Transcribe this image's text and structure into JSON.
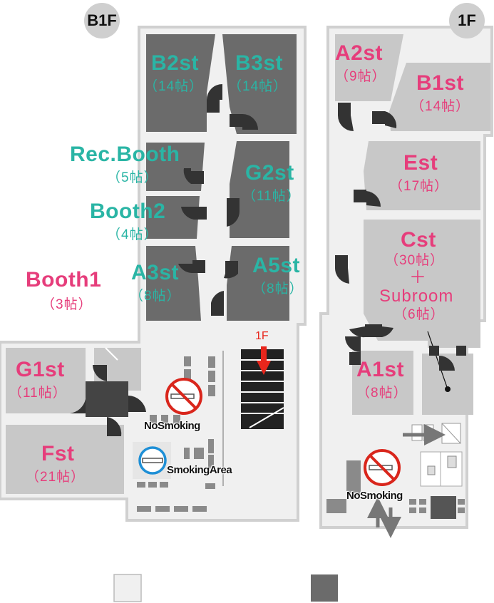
{
  "floors": {
    "b1": {
      "badge": "B1F",
      "rooms": {
        "b2st": {
          "name": "B2st",
          "size": "（14帖）"
        },
        "b3st": {
          "name": "B3st",
          "size": "（14帖）"
        },
        "rec_booth": {
          "name": "Rec.Booth",
          "size": "（5帖）"
        },
        "g2st": {
          "name": "G2st",
          "size": "（11帖）"
        },
        "booth2": {
          "name": "Booth2",
          "size": "（4帖）"
        },
        "booth1": {
          "name": "Booth1",
          "size": "（3帖）"
        },
        "a3st": {
          "name": "A3st",
          "size": "（8帖）"
        },
        "a5st": {
          "name": "A5st",
          "size": "（8帖）"
        },
        "g1st": {
          "name": "G1st",
          "size": "（11帖）"
        },
        "fst": {
          "name": "Fst",
          "size": "（21帖）"
        }
      },
      "stairs_label": "1F",
      "no_smoking_label": "NoSmoking",
      "smoking_area_label": "SmokingArea"
    },
    "f1": {
      "badge": "1F",
      "rooms": {
        "a2st": {
          "name": "A2st",
          "size": "（9帖）"
        },
        "b1st": {
          "name": "B1st",
          "size": "（14帖）"
        },
        "est": {
          "name": "Est",
          "size": "（17帖）"
        },
        "cst": {
          "name": "Cst",
          "size": "（30帖）",
          "plus": "＋",
          "sub_name": "Subroom",
          "sub_size": "（6帖）"
        },
        "a1st": {
          "name": "A1st",
          "size": "（8帖）"
        }
      },
      "no_smoking_label": "NoSmoking"
    }
  },
  "colors": {
    "dark_room": "#6b6b6b",
    "light_room": "#c8c8c8",
    "corridor": "#f0f0f0",
    "wall": "#cfcfcf",
    "pink": "#e63d7b",
    "teal": "#2ab5a5",
    "no_smoking_red": "#d9261c",
    "smoking_blue": "#1e8fd6",
    "arrow_red": "#e8261c"
  },
  "legend": {
    "swatches": [
      "light",
      "dark"
    ]
  }
}
